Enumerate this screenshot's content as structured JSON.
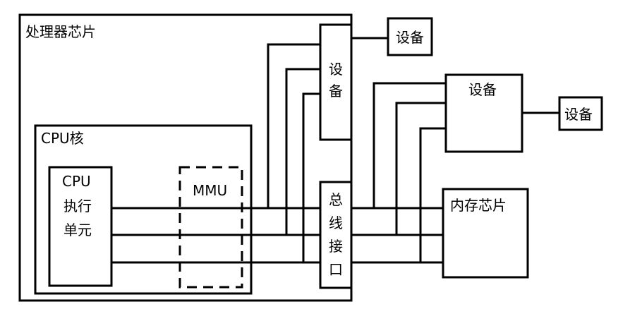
{
  "labels": {
    "processor_chip": "处理器芯片",
    "cpu_core": "CPU核",
    "cpu_exec_line1": "CPU",
    "cpu_exec_line2": "执行",
    "cpu_exec_line3": "单元",
    "mmu": "MMU",
    "bus_line1": "总",
    "bus_line2": "线",
    "bus_line3": "接",
    "bus_line4": "口",
    "device_inner_line1": "设",
    "device_inner_line2": "备",
    "device_top": "设备",
    "device_mid": "设备",
    "device_right": "设备",
    "memory_chip": "内存芯片"
  }
}
